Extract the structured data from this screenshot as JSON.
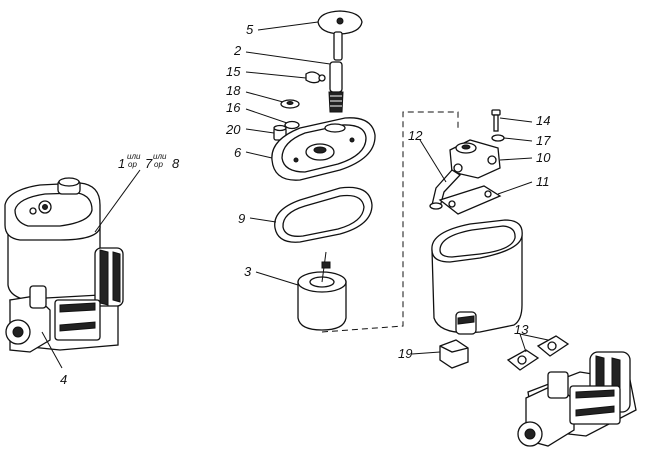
{
  "callouts": {
    "c1": "1",
    "c1_or": "или",
    "c1_or_sub": "ор",
    "c7": "7",
    "c7_or": "или",
    "c7_or_sub": "ор",
    "c8": "8",
    "c2": "2",
    "c3": "3",
    "c4": "4",
    "c5": "5",
    "c6": "6",
    "c9": "9",
    "c10": "10",
    "c11": "11",
    "c12": "12",
    "c13": "13",
    "c14": "14",
    "c15": "15",
    "c16": "16",
    "c17": "17",
    "c18": "18",
    "c19": "19",
    "c20": "20"
  }
}
